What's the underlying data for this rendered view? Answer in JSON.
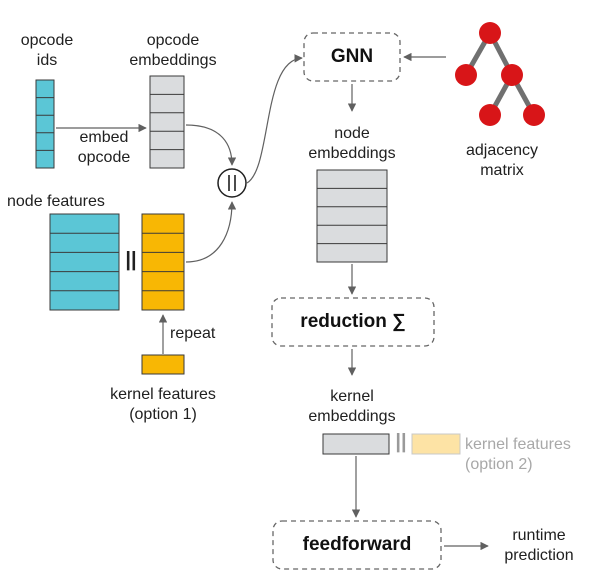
{
  "labels": {
    "opcode_ids": "opcode\nids",
    "opcode_embeddings": "opcode\nembeddings",
    "embed_opcode": "embed\nopcode",
    "node_features": "node features",
    "concat_symbol": "||",
    "repeat": "repeat",
    "kernel_features_opt1": "kernel features\n(option 1)",
    "gnn": "GNN",
    "node_embeddings": "node\nembeddings",
    "adjacency_matrix": "adjacency\nmatrix",
    "reduction": "reduction ∑",
    "kernel_embeddings": "kernel\nembeddings",
    "kernel_features_opt2": "kernel features\n(option 2)",
    "feedforward": "feedforward",
    "runtime_prediction": "runtime\nprediction"
  },
  "colors": {
    "cyan": "#5bc6d6",
    "gray_block": "#dadcde",
    "orange": "#f8b704",
    "pale_orange": "#fde3a5",
    "red_node": "#d81518",
    "arrow": "#606060",
    "dashed": "#666666"
  }
}
